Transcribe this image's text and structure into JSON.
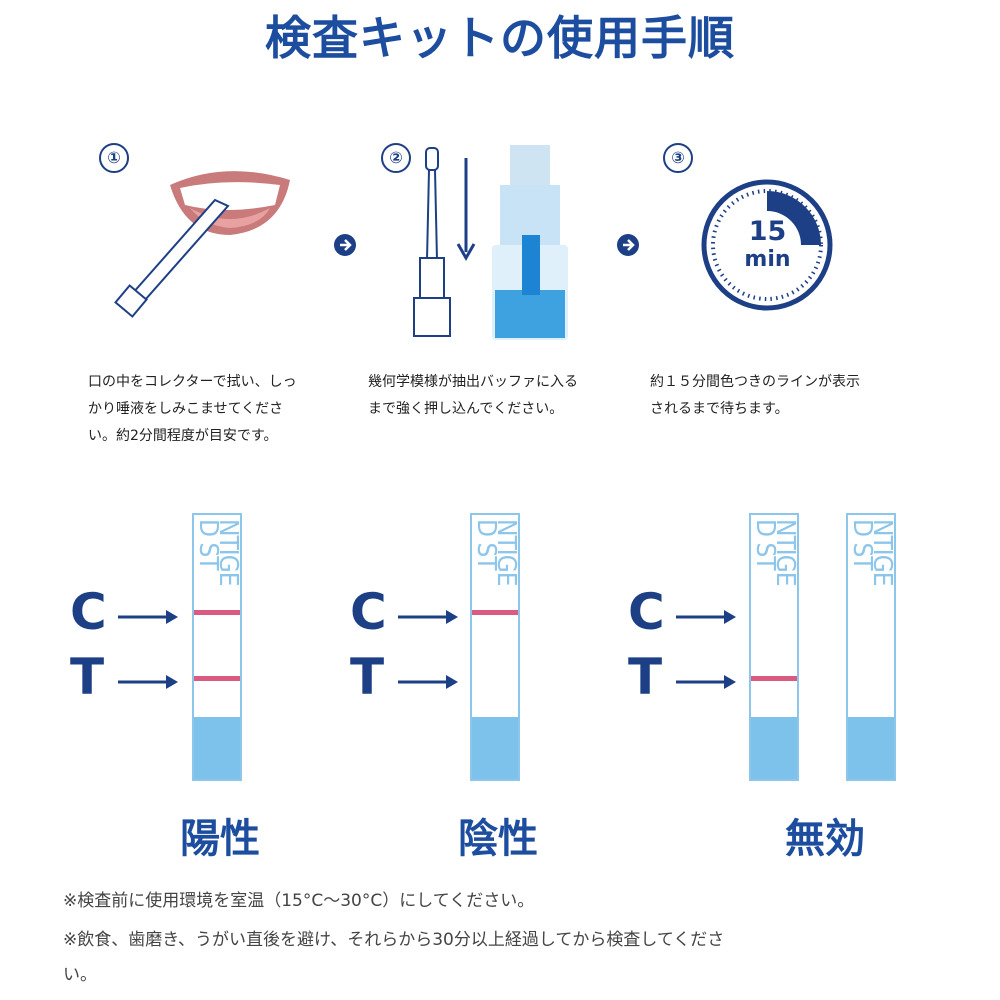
{
  "title": "検査キットの使用手順",
  "steps": [
    {
      "num": "①",
      "lines": [
        "口の中をコレクターで拭い、しっ",
        "かり唾液をしみこませてくださ",
        "い。約2分間程度が目安です。"
      ]
    },
    {
      "num": "②",
      "lines": [
        "幾何学模様が抽出バッファに入る",
        "まで強く押し込んでください。"
      ]
    },
    {
      "num": "③",
      "lines": [
        "約１５分間色つきのラインが表示",
        "されるまで待ちます。"
      ],
      "timer_value": "15",
      "timer_unit": "min"
    }
  ],
  "strip_label": {
    "col1": "NTIGE",
    "col2": "D ST"
  },
  "markers": {
    "c": "C",
    "t": "T"
  },
  "results": [
    {
      "label": "陽性",
      "c_line": true,
      "t_line": true
    },
    {
      "label": "陰性",
      "c_line": true,
      "t_line": false
    },
    {
      "label": "無効",
      "c_line": false,
      "t_line": true
    }
  ],
  "notes": [
    "※検査前に使用環境を室温（15°C～30°C）にしてください。",
    "※飲食、歯磨き、うがい直後を避け、それらから30分以上経過してから検査してくださ",
    "い。"
  ],
  "colors": {
    "brand": "#1d4d9e",
    "dark": "#1d3f86",
    "strip": "#8cc6ea",
    "line": "#d95b82"
  }
}
